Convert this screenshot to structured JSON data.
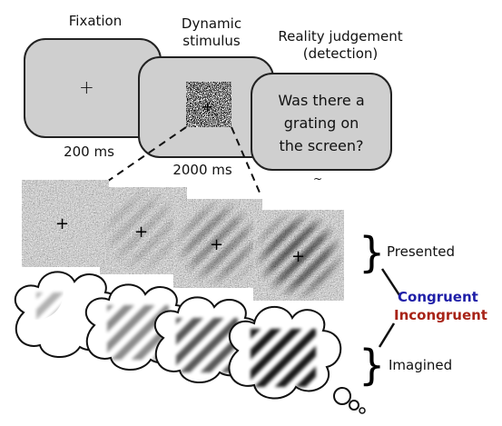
{
  "stages": {
    "fixation": {
      "title": "Fixation",
      "symbol": "+",
      "duration": "200 ms"
    },
    "dynamic": {
      "title_line1": "Dynamic",
      "title_line2": "stimulus",
      "duration": "2000 ms"
    },
    "judgement": {
      "title_line1": "Reality judgement",
      "title_line2": "(detection)",
      "question_line1": "Was there a",
      "question_line2": "grating on",
      "question_line3": "the screen?",
      "tilde": "~"
    }
  },
  "frames": {
    "cross_symbol": "+",
    "grating_strength": [
      0,
      0.15,
      0.35,
      0.6
    ]
  },
  "imagery": {
    "grating_strength": [
      0.3,
      0.45,
      0.65,
      0.9
    ]
  },
  "labels": {
    "presented": "Presented",
    "imagined": "Imagined",
    "congruent": "Congruent",
    "incongruent": "Incongruent",
    "brace": "}"
  },
  "colors": {
    "screen_fill": "#cfcfcf",
    "congruent": "#1f1fa8",
    "incongruent": "#a82418"
  }
}
